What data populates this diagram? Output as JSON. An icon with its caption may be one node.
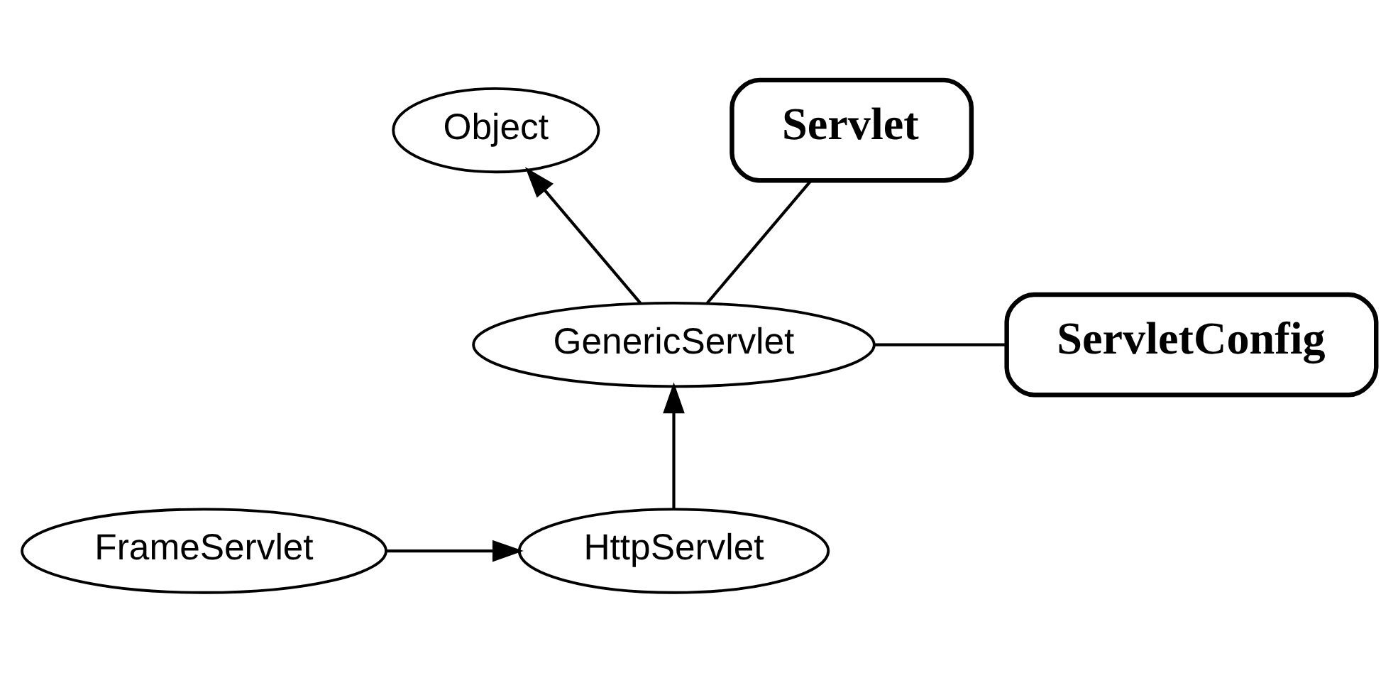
{
  "diagram": {
    "nodes": [
      {
        "text": [
          "Object"
        ]
      },
      {
        "text": [
          "Servlet"
        ]
      },
      {
        "text": [
          "GenericServlet"
        ]
      },
      {
        "text": [
          "ServletConfig"
        ]
      },
      {
        "text": [
          "FrameServlet"
        ]
      },
      {
        "text": [
          "HttpServlet"
        ]
      }
    ],
    "edges": [
      {
        "from": 2,
        "to": 0,
        "arrow": "to"
      },
      {
        "from": 2,
        "to": 1,
        "arrow": "none"
      },
      {
        "from": 2,
        "to": 3,
        "arrow": "none"
      },
      {
        "from": 5,
        "to": 2,
        "arrow": "to"
      },
      {
        "from": 4,
        "to": 5,
        "arrow": "to"
      }
    ]
  }
}
